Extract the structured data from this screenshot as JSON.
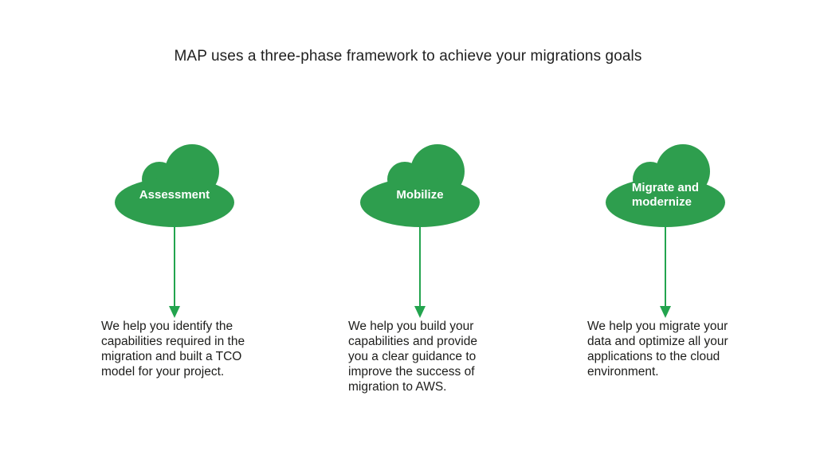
{
  "title": "MAP uses a three-phase framework to achieve your migrations goals",
  "colors": {
    "cloud_green": "#2E9E4E",
    "arrow_green": "#23A44E",
    "text_dark": "#1d1d1b"
  },
  "phases": [
    {
      "label_lines": [
        "Assessment"
      ],
      "description_lines": [
        "We help you identify the",
        "capabilities required in the",
        "migration and built a TCO",
        "model for your project."
      ]
    },
    {
      "label_lines": [
        "Mobilize"
      ],
      "description_lines": [
        "We help you build your",
        "capabilities and provide",
        "you a clear guidance to",
        "improve the success of",
        "migration to AWS."
      ]
    },
    {
      "label_lines": [
        "Migrate and",
        "modernize"
      ],
      "description_lines": [
        "We help you migrate your",
        "data and optimize all your",
        "applications to the cloud",
        "environment."
      ]
    }
  ]
}
